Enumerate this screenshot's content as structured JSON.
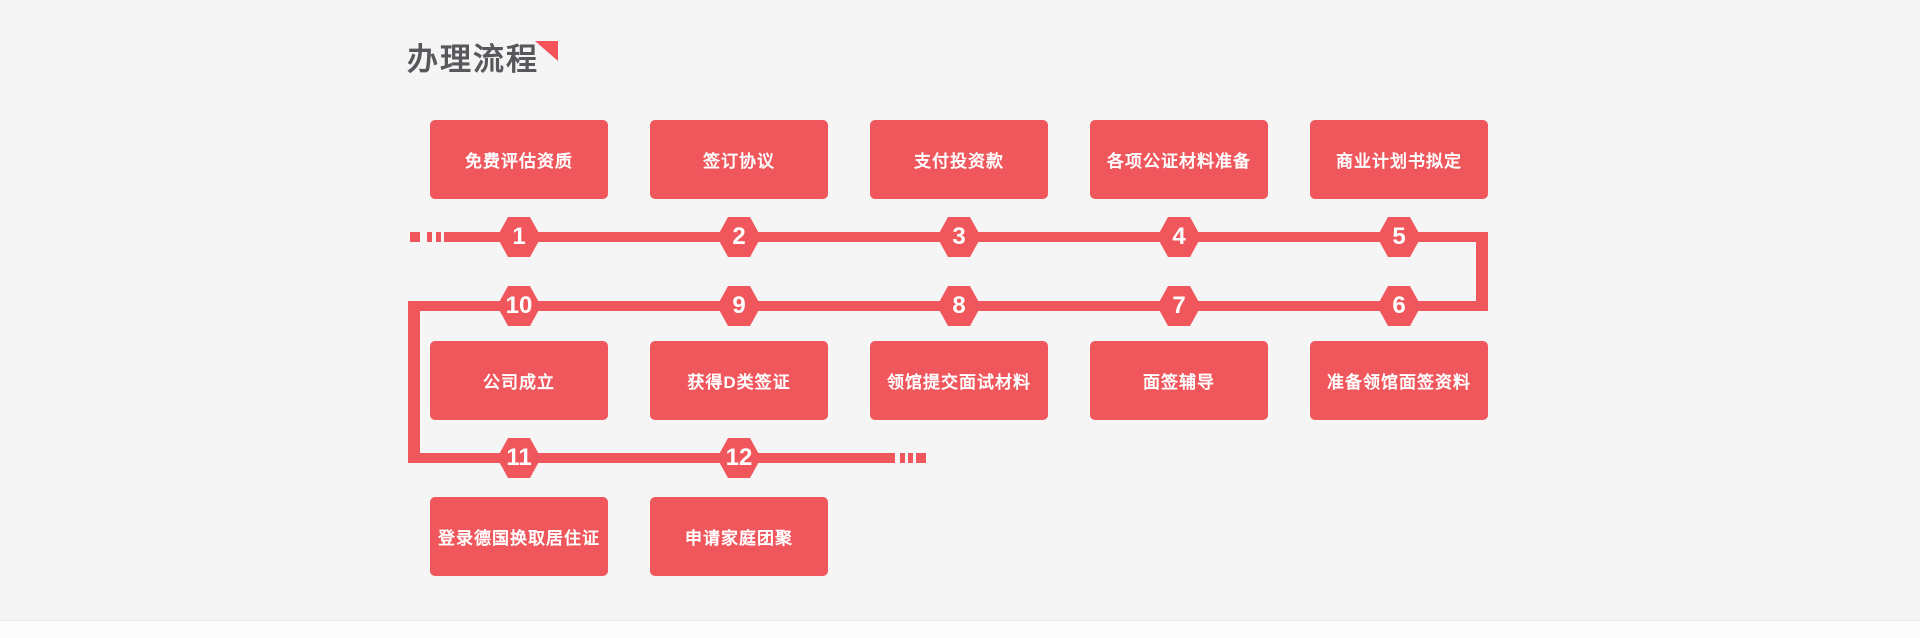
{
  "page": {
    "title": "办理流程",
    "colors": {
      "background": "#f5f5f5",
      "accent_red": "#f0575c",
      "flag_red": "#f6525a",
      "title_gray": "#56585b",
      "step_text": "#ffffff"
    }
  },
  "flow": {
    "steps": [
      {
        "number": "1",
        "label": "免费评估资质"
      },
      {
        "number": "2",
        "label": "签订协议"
      },
      {
        "number": "3",
        "label": "支付投资款"
      },
      {
        "number": "4",
        "label": "各项公证材料准备"
      },
      {
        "number": "5",
        "label": "商业计划书拟定"
      },
      {
        "number": "6",
        "label": "准备领馆面签资料"
      },
      {
        "number": "7",
        "label": "面签辅导"
      },
      {
        "number": "8",
        "label": "领馆提交面试材料"
      },
      {
        "number": "9",
        "label": "获得D类签证"
      },
      {
        "number": "10",
        "label": "公司成立"
      },
      {
        "number": "11",
        "label": "登录德国换取居住证"
      },
      {
        "number": "12",
        "label": "申请家庭团聚"
      }
    ]
  }
}
